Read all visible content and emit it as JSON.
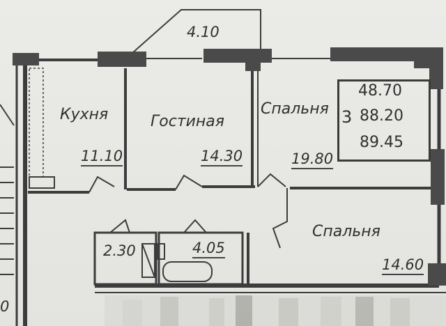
{
  "plan": {
    "balcony_area": "4.10",
    "rooms": [
      {
        "name": "Кухня",
        "area": "11.10"
      },
      {
        "name": "Гостиная",
        "area": "14.30"
      },
      {
        "name": "Спальня",
        "area": "19.80"
      },
      {
        "name": "Спальня",
        "area": "14.60"
      }
    ],
    "bathrooms": [
      {
        "area": "2.30"
      },
      {
        "area": "4.05"
      }
    ],
    "summary": {
      "living_area": "48.70",
      "rooms_count": "3",
      "total_area": "88.20",
      "total_with_balcony": "89.45"
    },
    "edge_fragment": "0"
  },
  "colors": {
    "wall": "#4a4a4a",
    "line": "#3a3a3a",
    "paper": "#e8e8e4"
  }
}
